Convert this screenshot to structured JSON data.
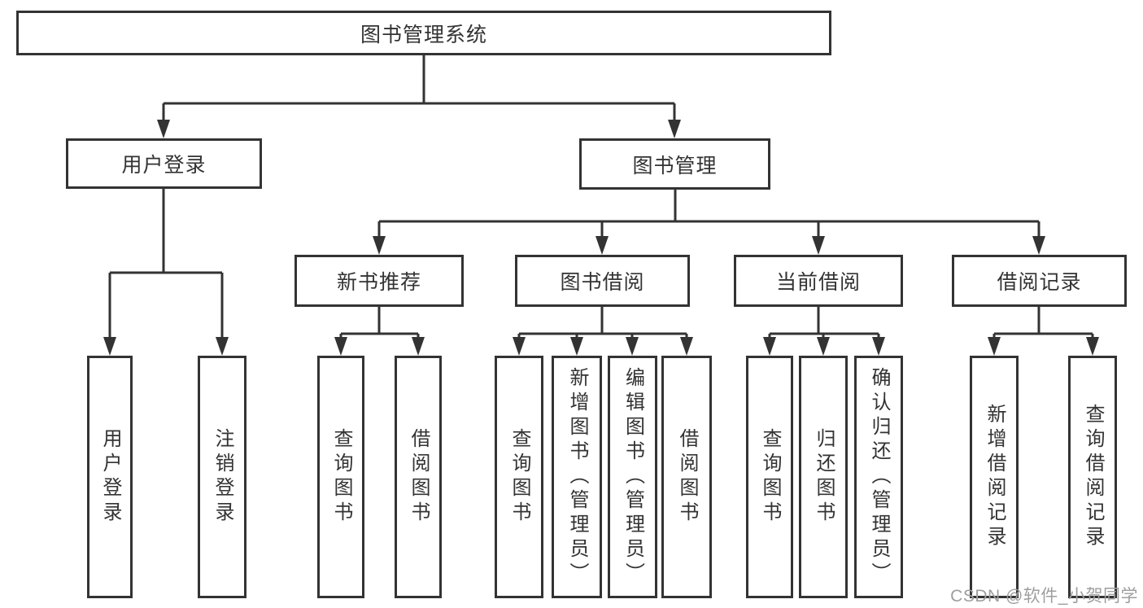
{
  "diagram": {
    "colors": {
      "line": "#333333",
      "box_border": "#333333",
      "text": "#333333",
      "watermark_text": "#9e9e9e",
      "background": "#ffffff"
    },
    "watermark": "CSDN @软件_小贺同学",
    "nodes": {
      "root": {
        "label": "图书管理系统"
      },
      "user_login_branch": {
        "label": "用户登录"
      },
      "book_mgmt_branch": {
        "label": "图书管理"
      },
      "new_book_rec": {
        "label": "新书推荐"
      },
      "book_borrow": {
        "label": "图书借阅"
      },
      "current_borrow": {
        "label": "当前借阅"
      },
      "borrow_records": {
        "label": "借阅记录"
      },
      "user_login_leaf": {
        "label": "用户登录"
      },
      "logout_leaf": {
        "label": "注销登录"
      },
      "query_book_rec": {
        "label": "查询图书"
      },
      "borrow_book_rec": {
        "label": "借阅图书"
      },
      "query_book_borrow": {
        "label": "查询图书"
      },
      "add_book_admin": {
        "label": "新增图书（管理员）"
      },
      "edit_book_admin": {
        "label": "编辑图书（管理员）"
      },
      "borrow_book_leaf": {
        "label": "借阅图书"
      },
      "query_book_current": {
        "label": "查询图书"
      },
      "return_book": {
        "label": "归还图书"
      },
      "confirm_return_admin": {
        "label": "确认归还（管理员）"
      },
      "add_borrow_record": {
        "label": "新增借阅记录"
      },
      "query_borrow_record": {
        "label": "查询借阅记录"
      }
    }
  }
}
